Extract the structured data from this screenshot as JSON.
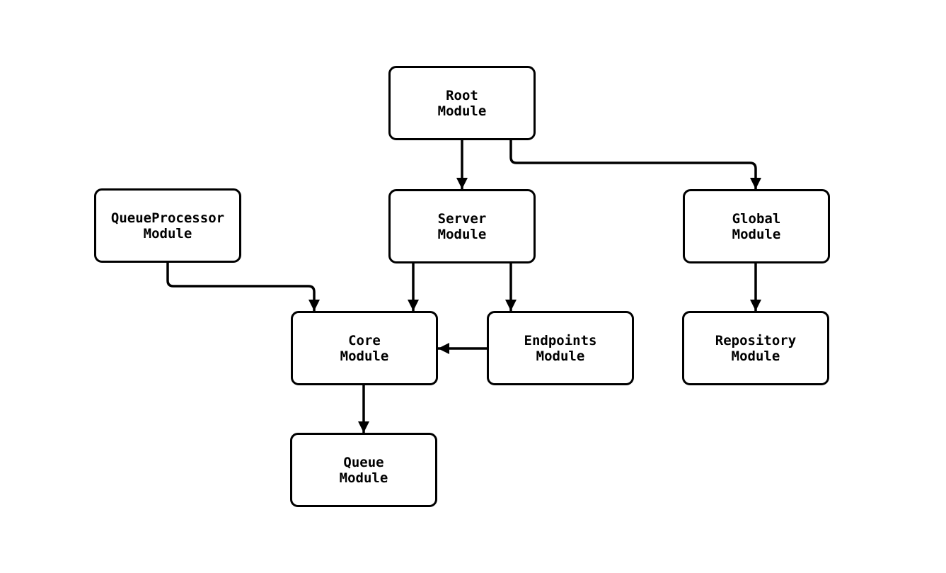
{
  "diagram": {
    "background_color": "#ffffff",
    "stroke_color": "#000000",
    "nodes": [
      {
        "id": "root",
        "label": "Root\nModule"
      },
      {
        "id": "queueprocessor",
        "label": "QueueProcessor\nModule"
      },
      {
        "id": "server",
        "label": "Server\nModule"
      },
      {
        "id": "global",
        "label": "Global\nModule"
      },
      {
        "id": "core",
        "label": "Core\nModule"
      },
      {
        "id": "endpoints",
        "label": "Endpoints\nModule"
      },
      {
        "id": "repository",
        "label": "Repository\nModule"
      },
      {
        "id": "queue",
        "label": "Queue\nModule"
      }
    ],
    "edges": [
      {
        "from": "Root Module",
        "to": "Server Module"
      },
      {
        "from": "Root Module",
        "to": "Global Module"
      },
      {
        "from": "QueueProcessor Module",
        "to": "Core Module"
      },
      {
        "from": "Server Module",
        "to": "Core Module"
      },
      {
        "from": "Server Module",
        "to": "Endpoints Module"
      },
      {
        "from": "Endpoints Module",
        "to": "Core Module"
      },
      {
        "from": "Global Module",
        "to": "Repository Module"
      },
      {
        "from": "Core Module",
        "to": "Queue Module"
      }
    ]
  }
}
